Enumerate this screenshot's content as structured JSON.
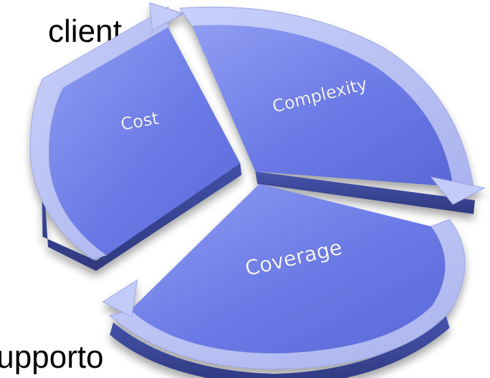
{
  "background_text": {
    "top_right_fragment": "client",
    "bottom_left_fragment": "upporto"
  },
  "diagram": {
    "segments": [
      {
        "id": "cost",
        "label": "Cost"
      },
      {
        "id": "complexity",
        "label": "Complexity"
      },
      {
        "id": "coverage",
        "label": "Coverage"
      }
    ],
    "colors": {
      "segment_top": "#6b7ae6",
      "segment_light": "#8f9df2",
      "segment_side": "#3c4899",
      "ring": "#b9c1f5",
      "ring_edge": "#8f98dc"
    }
  }
}
